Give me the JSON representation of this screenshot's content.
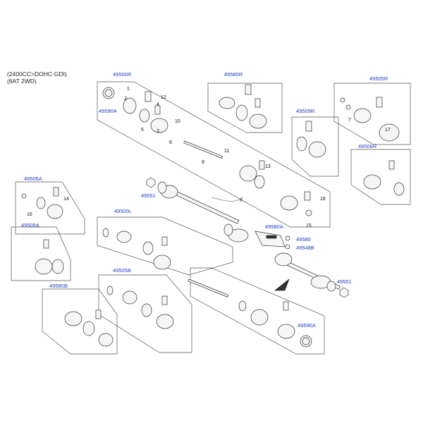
{
  "header": {
    "line1": "(2400CC>DOHC-GDI)",
    "line2": "(6AT 2WD)"
  },
  "refs": {
    "r49500R": "49500R",
    "r49590A_top": "49590A",
    "r49580R": "49580R",
    "r49505R": "49505R",
    "r49509R": "49509R",
    "r49506R": "49506R",
    "r49506A": "49506A",
    "r49509A": "49509A",
    "r49551_top": "49551",
    "r49500L": "49500L",
    "r49580A": "49580A",
    "r49580": "49580",
    "r49548B": "49548B",
    "r49505B": "49505B",
    "r49580B": "49580B",
    "r49551_bottom": "49551",
    "r49590A_bottom": "49590A"
  },
  "nums": {
    "n1": "1",
    "n2": "2",
    "n3": "3",
    "n4": "4",
    "n5": "5",
    "n6": "6",
    "n7": "7",
    "n8": "8",
    "n9": "9",
    "n10": "10",
    "n11": "11",
    "n12": "12",
    "n13": "13",
    "n14": "14",
    "n15": "15",
    "n16": "16",
    "n17": "17",
    "n18": "18"
  }
}
